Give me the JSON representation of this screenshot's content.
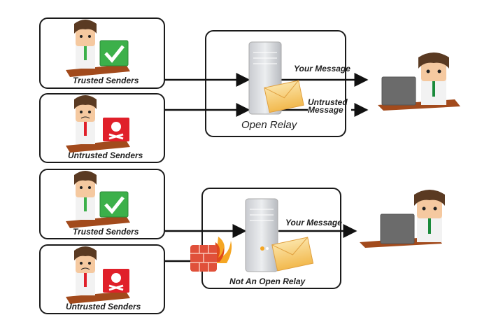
{
  "top_panel": {
    "trusted_label": "Trusted Senders",
    "untrusted_label": "Untrusted Senders",
    "relay_label": "Open Relay",
    "your_message": "Your Message",
    "untrusted_message_line1": "Untrusted",
    "untrusted_message_line2": "Message"
  },
  "bottom_panel": {
    "trusted_label": "Trusted Senders",
    "untrusted_label": "Untrusted Senders",
    "relay_label": "Not An Open Relay",
    "your_message": "Your Message"
  },
  "colors": {
    "check": "#3cb04a",
    "danger": "#e0202a",
    "envelope": "#f6c86a",
    "desk": "#a24a1c",
    "brick": "#e0503a"
  }
}
